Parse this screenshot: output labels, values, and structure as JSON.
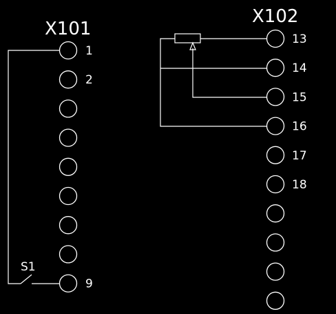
{
  "colors": {
    "background": "#000000",
    "lines": "#ffffff"
  },
  "blocks": [
    {
      "title": "X101",
      "terminals": [
        {
          "label": "1"
        },
        {
          "label": "2"
        },
        {
          "label": ""
        },
        {
          "label": ""
        },
        {
          "label": ""
        },
        {
          "label": ""
        },
        {
          "label": ""
        },
        {
          "label": ""
        },
        {
          "label": "9"
        }
      ]
    },
    {
      "title": "X102",
      "terminals": [
        {
          "label": "13"
        },
        {
          "label": "14"
        },
        {
          "label": "15"
        },
        {
          "label": "16"
        },
        {
          "label": "17"
        },
        {
          "label": "18"
        },
        {
          "label": ""
        },
        {
          "label": ""
        },
        {
          "label": ""
        },
        {
          "label": ""
        }
      ]
    }
  ],
  "switch": {
    "label": "S1"
  },
  "potentiometer": {
    "label": ""
  }
}
